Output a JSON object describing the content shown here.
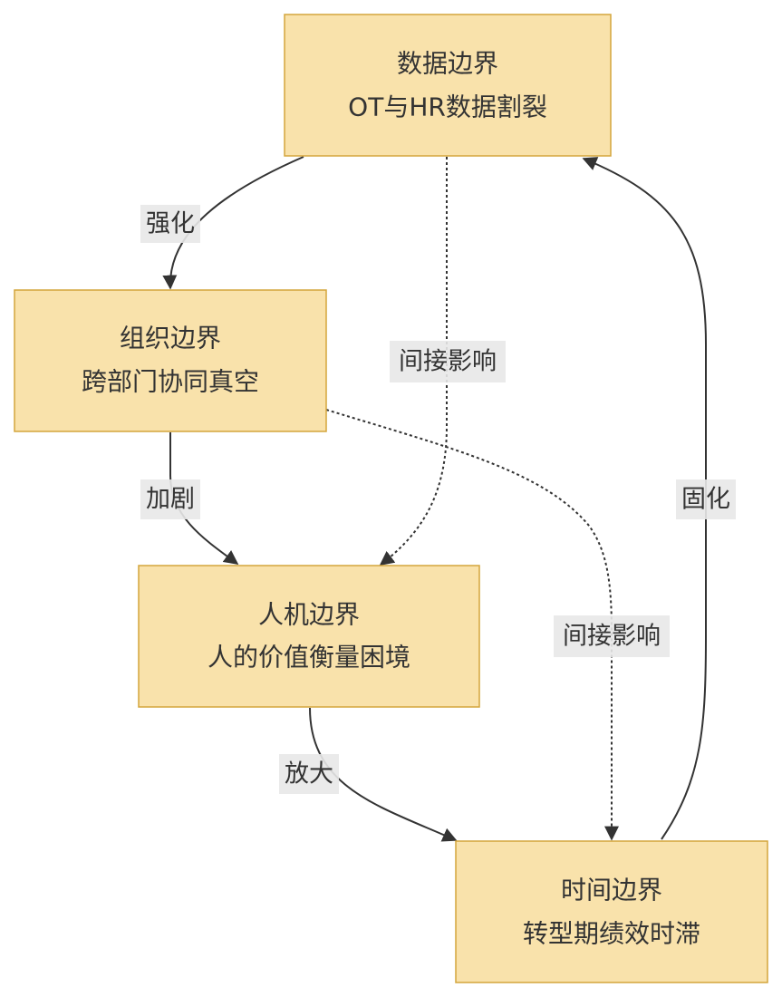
{
  "nodes": {
    "data_boundary": {
      "title": "数据边界",
      "subtitle": "OT与HR数据割裂"
    },
    "org_boundary": {
      "title": "组织边界",
      "subtitle": "跨部门协同真空"
    },
    "human_machine_boundary": {
      "title": "人机边界",
      "subtitle": "人的价值衡量困境"
    },
    "time_boundary": {
      "title": "时间边界",
      "subtitle": "转型期绩效时滞"
    }
  },
  "edges": {
    "data_to_org": "强化",
    "org_to_hm": "加剧",
    "data_to_hm": "间接影响",
    "org_to_time": "间接影响",
    "hm_to_time": "放大",
    "time_to_data": "固化"
  },
  "colors": {
    "node_fill": "#f9e2ab",
    "node_stroke": "#d4a53c",
    "edge": "#333333",
    "label_bg": "#e8e8e8"
  }
}
